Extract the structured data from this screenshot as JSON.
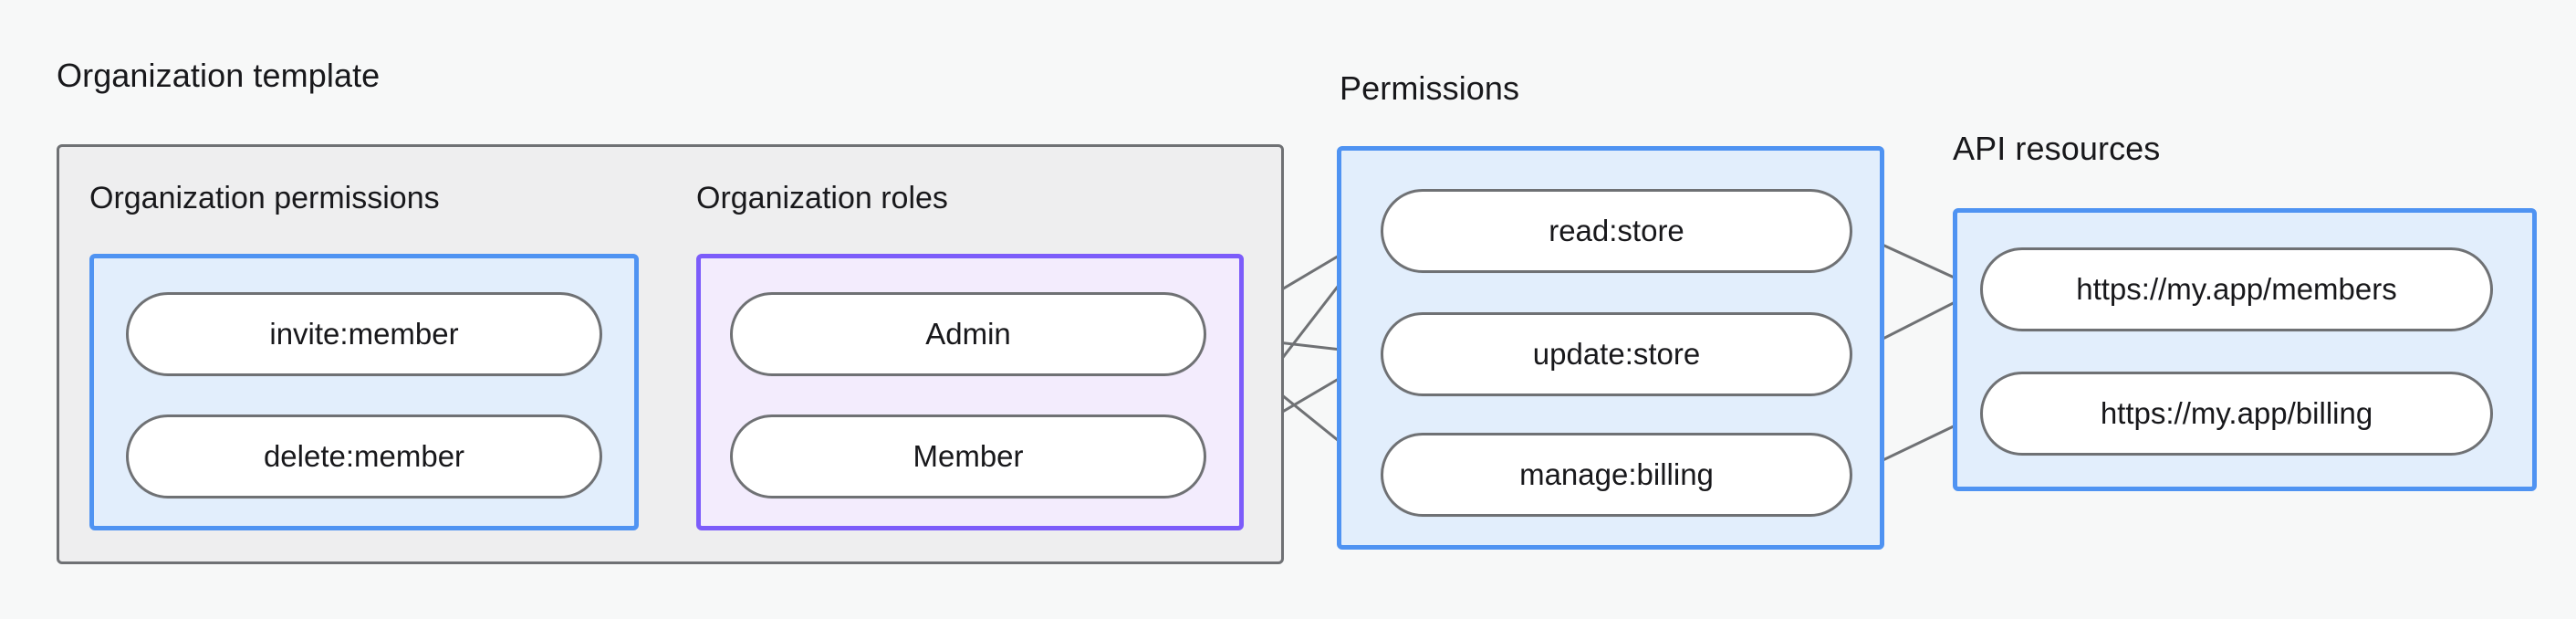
{
  "diagram": {
    "title_sections": {
      "organization_template": "Organization template",
      "permissions": "Permissions",
      "api_resources": "API resources"
    },
    "subsections": {
      "organization_permissions": "Organization permissions",
      "organization_roles": "Organization roles"
    },
    "colors": {
      "canvas": "#f7f8f8",
      "template_fill": "#eeeeef",
      "template_border": "#6f7174",
      "blue_fill": "#e2eefc",
      "blue_border": "#4f93f2",
      "purple_fill": "#f3ecfd",
      "purple_border": "#7c5cfa",
      "node_fill": "#ffffff",
      "node_border": "#6f7174",
      "edge": "#6f7174",
      "text": "#18181b"
    },
    "nodes": {
      "organization_permissions": [
        {
          "id": "invite-member",
          "label": "invite:member"
        },
        {
          "id": "delete-member",
          "label": "delete:member"
        }
      ],
      "organization_roles": [
        {
          "id": "admin",
          "label": "Admin"
        },
        {
          "id": "member",
          "label": "Member"
        }
      ],
      "permissions": [
        {
          "id": "read-store",
          "label": "read:store"
        },
        {
          "id": "update-store",
          "label": "update:store"
        },
        {
          "id": "manage-billing",
          "label": "manage:billing"
        }
      ],
      "api_resources": [
        {
          "id": "members-url",
          "label": "https://my.app/members"
        },
        {
          "id": "billing-url",
          "label": "https://my.app/billing"
        }
      ]
    },
    "edges": [
      {
        "from": "invite-member",
        "to": "admin"
      },
      {
        "from": "invite-member",
        "to": "member"
      },
      {
        "from": "delete-member",
        "to": "member"
      },
      {
        "from": "admin",
        "to": "read-store"
      },
      {
        "from": "admin",
        "to": "update-store"
      },
      {
        "from": "admin",
        "to": "manage-billing"
      },
      {
        "from": "member",
        "to": "read-store"
      },
      {
        "from": "member",
        "to": "update-store"
      },
      {
        "from": "read-store",
        "to": "members-url"
      },
      {
        "from": "update-store",
        "to": "members-url"
      },
      {
        "from": "manage-billing",
        "to": "billing-url"
      }
    ]
  }
}
